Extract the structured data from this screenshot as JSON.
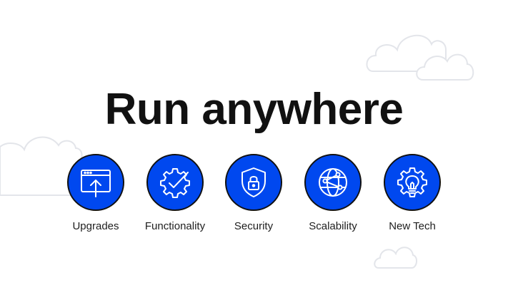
{
  "title": "Run anywhere",
  "features": [
    {
      "label": "Upgrades",
      "icon": "browser-upload-icon"
    },
    {
      "label": "Functionality",
      "icon": "gear-check-icon"
    },
    {
      "label": "Security",
      "icon": "shield-lock-icon"
    },
    {
      "label": "Scalability",
      "icon": "globe-network-icon"
    },
    {
      "label": "New Tech",
      "icon": "gear-lightbulb-icon"
    }
  ],
  "colors": {
    "accent": "#0048ef",
    "text": "#111111",
    "cloud_stroke": "#e3e5ea"
  }
}
